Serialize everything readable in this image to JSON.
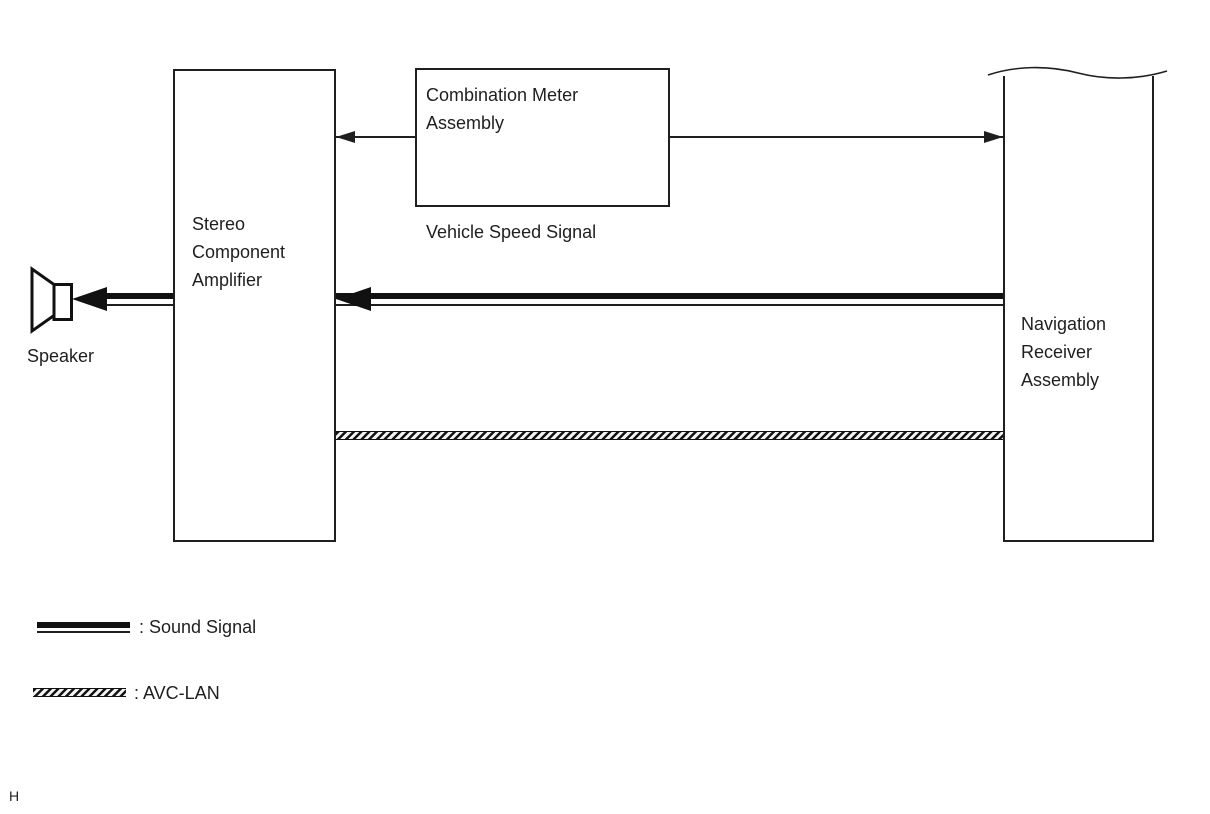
{
  "blocks": {
    "amplifier": {
      "lines": [
        "Stereo",
        "Component",
        "Amplifier"
      ]
    },
    "combination_meter": {
      "lines": [
        "Combination Meter",
        "Assembly"
      ]
    },
    "navigation_receiver": {
      "lines": [
        "Navigation",
        "Receiver",
        "Assembly"
      ]
    }
  },
  "speaker": {
    "label": "Speaker"
  },
  "signals": {
    "vehicle_speed": {
      "label": "Vehicle Speed Signal"
    }
  },
  "legend": {
    "sound_signal": {
      "label": ": Sound Signal"
    },
    "avc_lan": {
      "label": ": AVC-LAN"
    }
  },
  "footer": {
    "marker": "H"
  },
  "colors": {
    "line": "#1f1f1f",
    "background": "#ffffff"
  }
}
